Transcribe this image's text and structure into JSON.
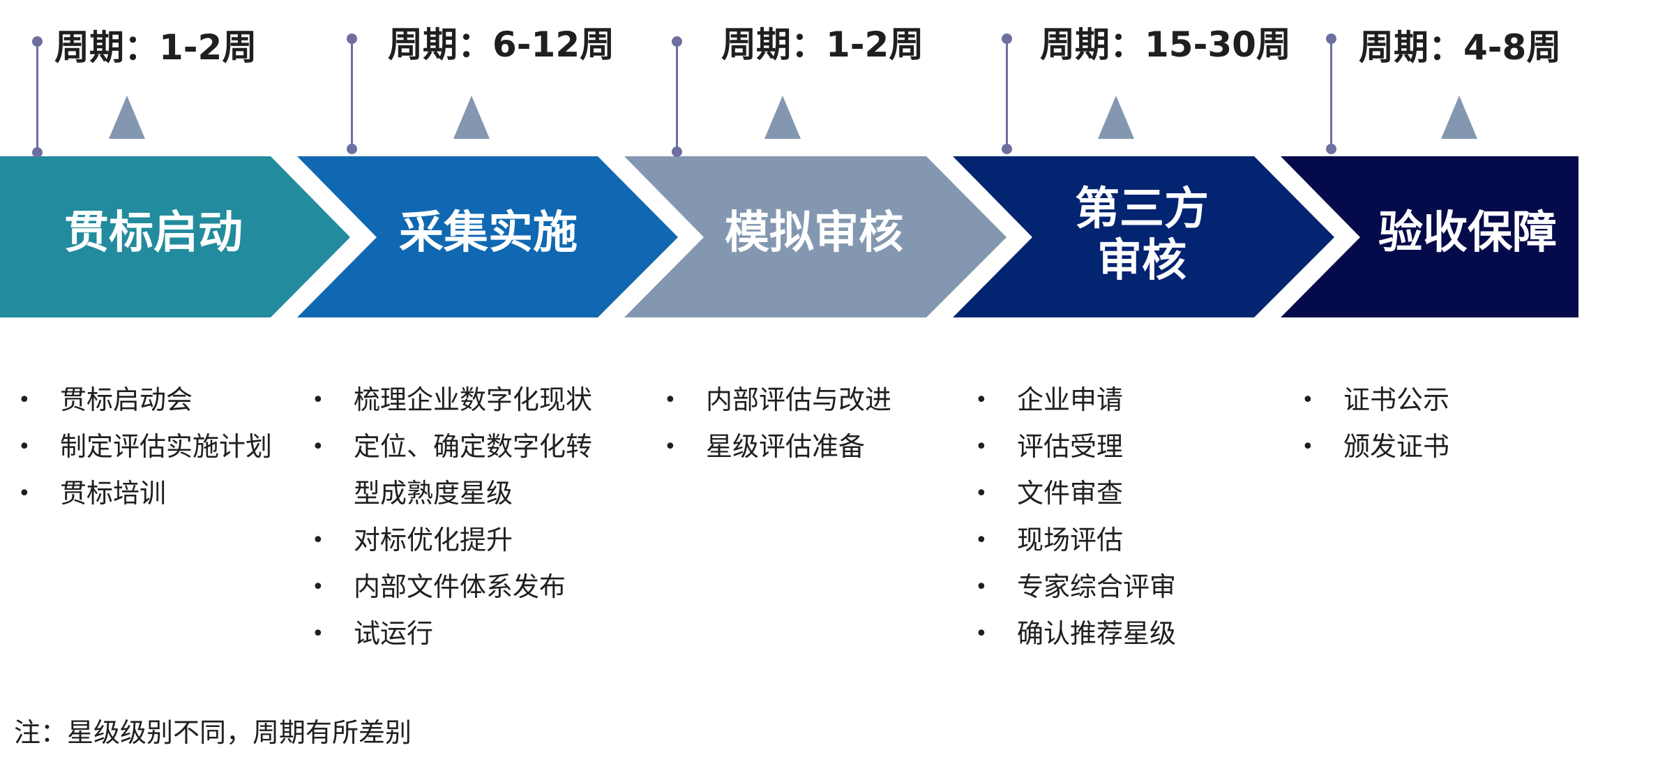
{
  "stages": [
    {
      "period": "周期：1-2周",
      "title_lines": [
        "贯标启动"
      ],
      "color": "#228b9d",
      "items": [
        "贯标启动会",
        "制定评估实施计划",
        "贯标培训"
      ]
    },
    {
      "period": "周期：6-12周",
      "title_lines": [
        "采集实施"
      ],
      "color": "#1068b2",
      "items": [
        "梳理企业数字化现状",
        "定位、确定数字化转",
        "型成熟度星级",
        "对标优化提升",
        "内部文件体系发布",
        "试运行"
      ]
    },
    {
      "period": "周期：1-2周",
      "title_lines": [
        "模拟审核"
      ],
      "color": "#8497b0",
      "items": [
        "内部评估与改进",
        "星级评估准备"
      ]
    },
    {
      "period": "周期：15-30周",
      "title_lines": [
        "第三方",
        "审核"
      ],
      "color": "#032471",
      "items": [
        "企业申请",
        "评估受理",
        "文件审查",
        "现场评估",
        "专家综合评审",
        "确认推荐星级"
      ]
    },
    {
      "period": "周期：4-8周",
      "title_lines": [
        "验收保障"
      ],
      "color": "#050a4a",
      "items": [
        "证书公示",
        "颁发证书"
      ]
    }
  ],
  "pin_color": "#6e6fa0",
  "triangle_color": "#8497b0",
  "note": "注：星级级别不同，周期有所差别"
}
